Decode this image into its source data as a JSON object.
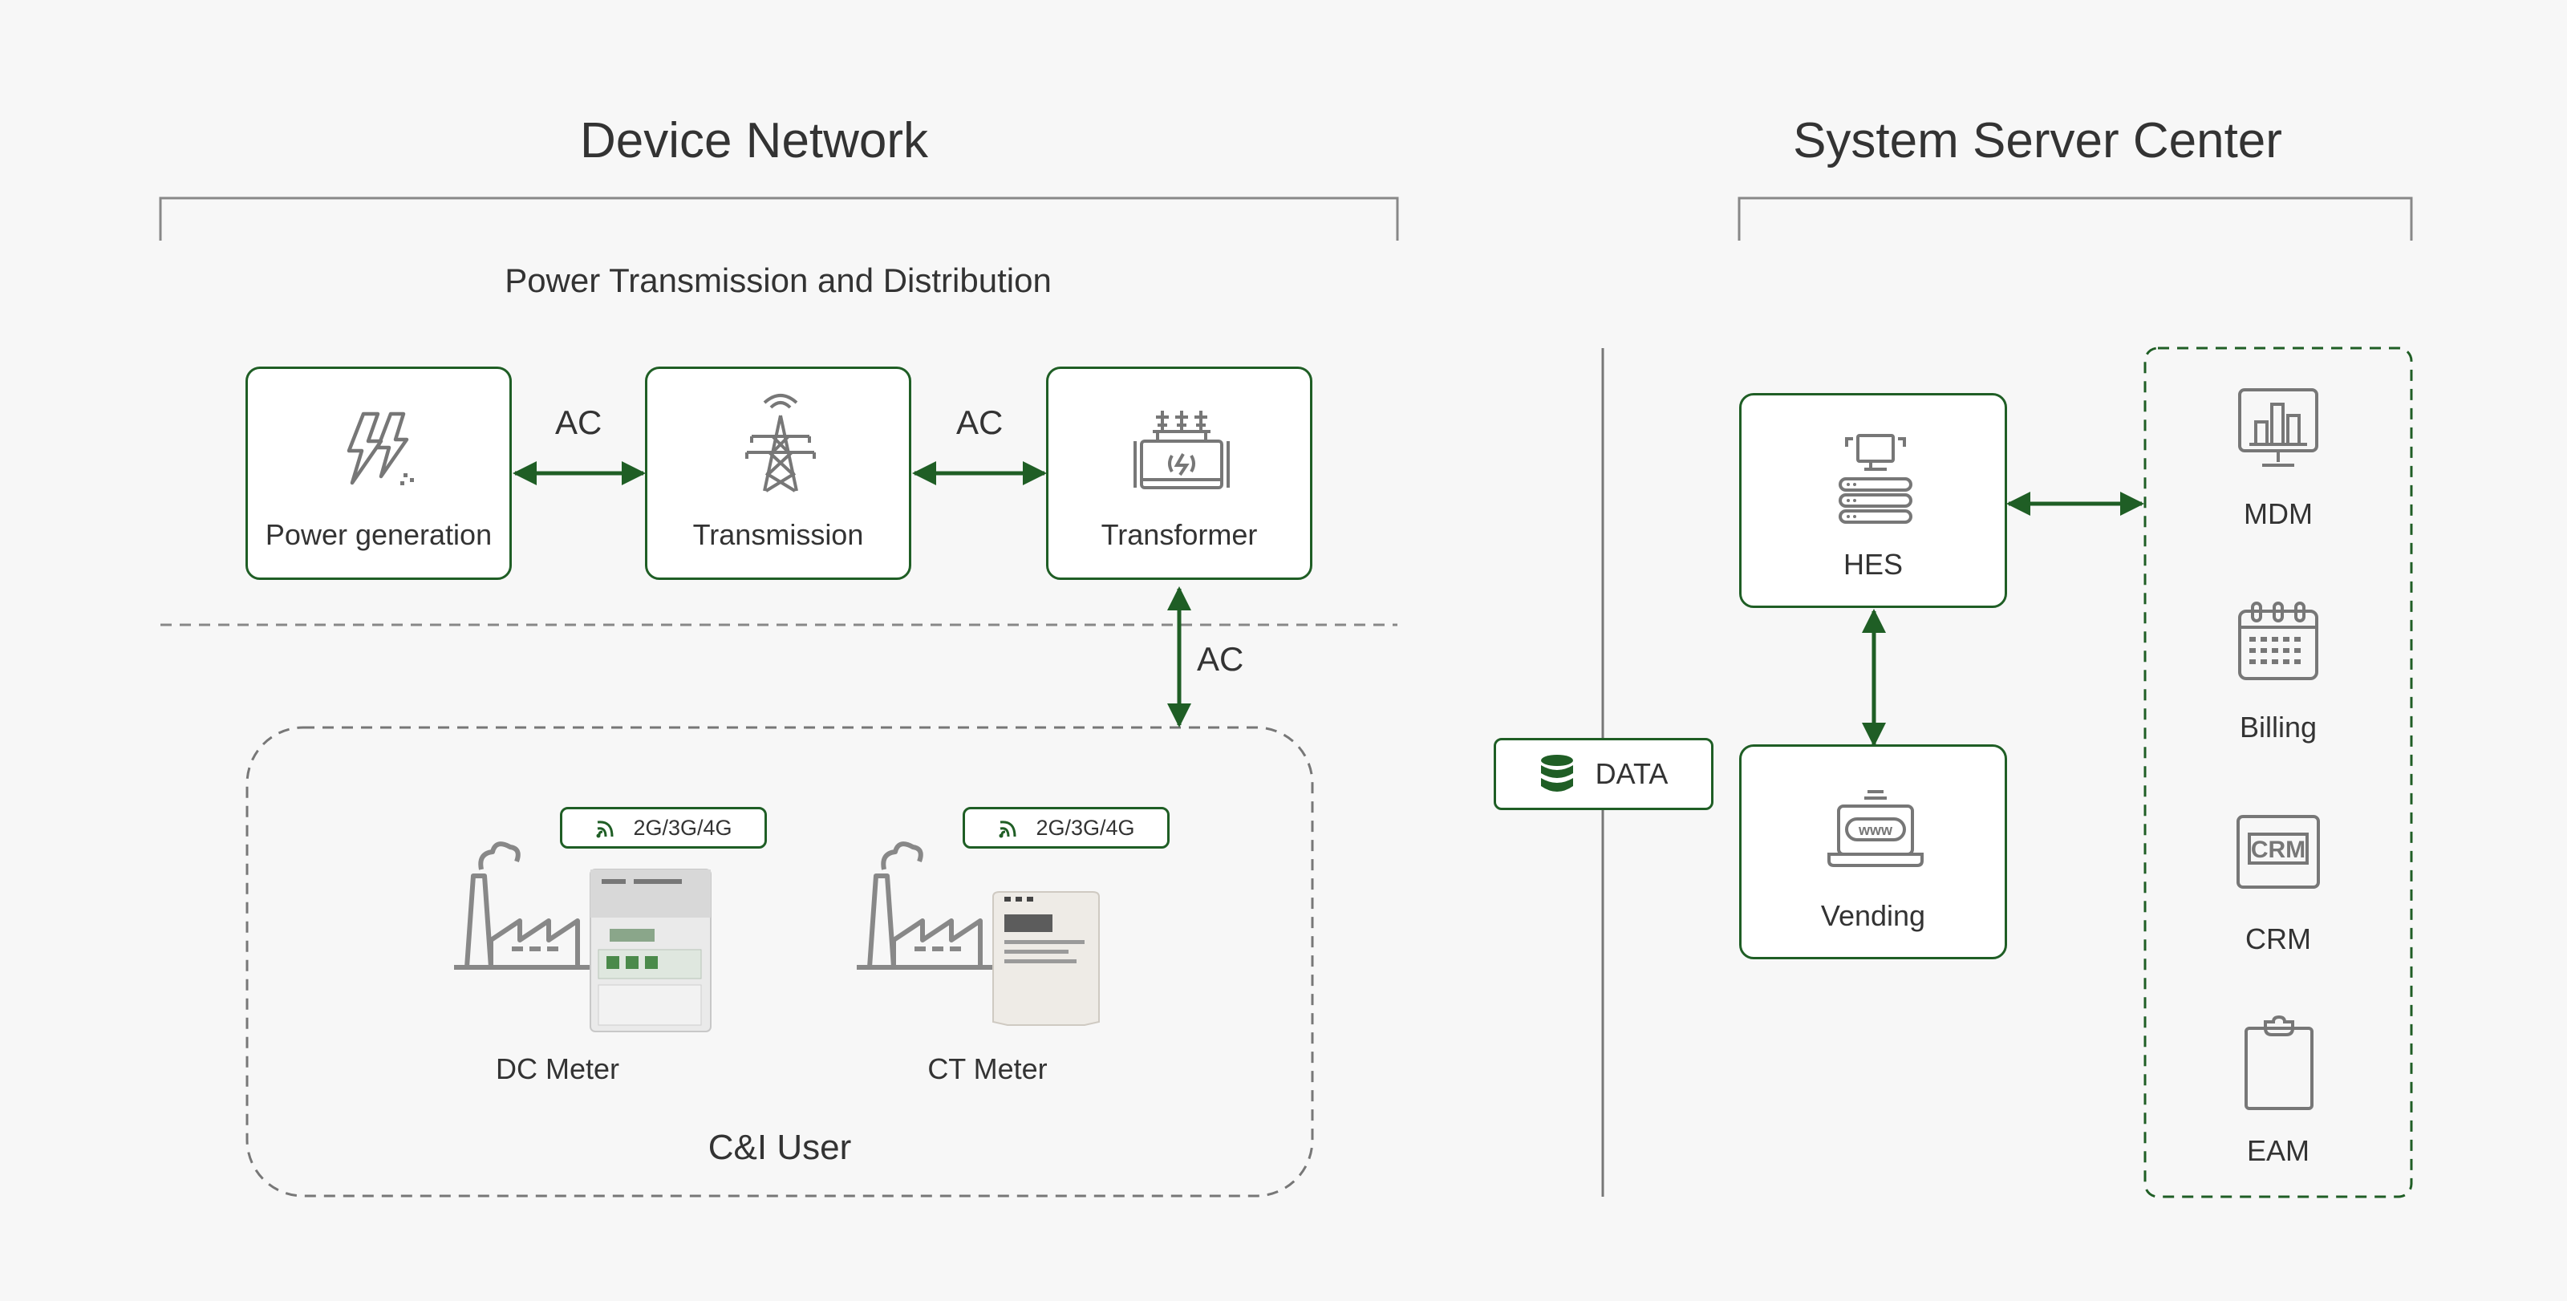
{
  "device_network": {
    "title": "Device Network",
    "subtitle": "Power Transmission and Distribution",
    "nodes": [
      {
        "label": "Power generation",
        "icon": "power-generation-icon"
      },
      {
        "label": "Transmission",
        "icon": "transmission-tower-icon"
      },
      {
        "label": "Transformer",
        "icon": "transformer-icon"
      }
    ],
    "connectors": [
      "AC",
      "AC",
      "AC"
    ],
    "ci_user": {
      "title": "C&I User",
      "meters": [
        {
          "label": "DC Meter",
          "badge": "2G/3G/4G"
        },
        {
          "label": "CT Meter",
          "badge": "2G/3G/4G"
        }
      ]
    }
  },
  "server_center": {
    "title": "System Server Center",
    "data_label": "DATA",
    "nodes": [
      {
        "label": "HES",
        "icon": "server-icon"
      },
      {
        "label": "Vending",
        "icon": "www-laptop-icon"
      }
    ],
    "systems": [
      {
        "label": "MDM",
        "icon": "chart-monitor-icon"
      },
      {
        "label": "Billing",
        "icon": "calendar-icon"
      },
      {
        "label": "CRM",
        "icon": "crm-icon"
      },
      {
        "label": "EAM",
        "icon": "clipboard-icon"
      }
    ]
  },
  "colors": {
    "accent": "#1f5e25",
    "line": "#888888",
    "background": "#f7f7f7"
  }
}
